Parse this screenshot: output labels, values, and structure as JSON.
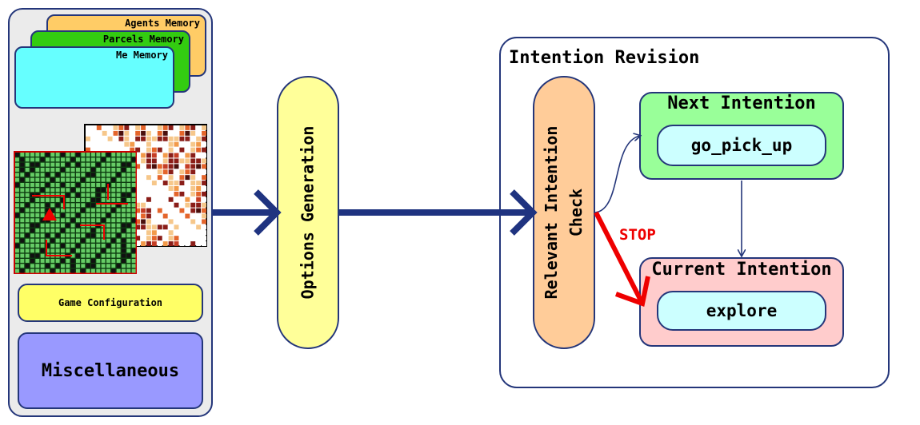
{
  "left_panel": {
    "memories": {
      "agents": "Agents Memory",
      "parcels": "Parcels Memory",
      "me": "Me Memory"
    },
    "game_configuration": "Game Configuration",
    "miscellaneous": "Miscellaneous"
  },
  "options_generation": "Options Generation",
  "intention_revision": {
    "title": "Intention Revision",
    "relevant_check": [
      "Relevant Intention",
      "Check"
    ],
    "next_intention": {
      "title": "Next Intention",
      "value": "go_pick_up"
    },
    "current_intention": {
      "title": "Current Intention",
      "value": "explore"
    },
    "stop_label": "STOP"
  },
  "colors": {
    "border": "#24367a",
    "agents_memory": "#ffcc66",
    "parcels_memory": "#33cc11",
    "me_memory": "#66ffff",
    "game_configuration": "#ffff66",
    "miscellaneous": "#9999ff",
    "options_generation": "#ffff99",
    "relevant_check": "#ffcc99",
    "next_intention": "#99ff99",
    "current_intention": "#ffcccc",
    "intention_value": "#ccffff",
    "stop_arrow": "#ee0000",
    "flow_arrow": "#1f3380"
  }
}
